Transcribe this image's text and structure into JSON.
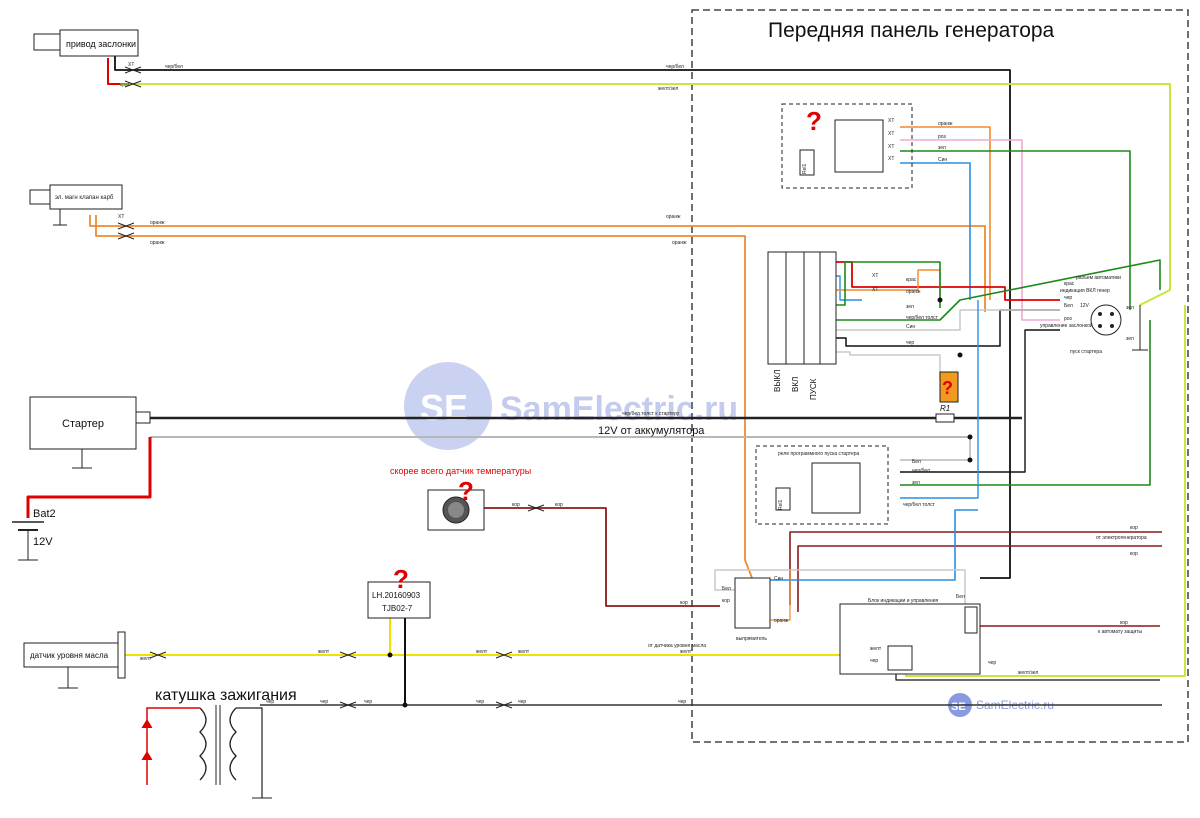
{
  "title": "Передняя панель генератора",
  "components": {
    "choke_drive": "привод заслонки",
    "carb_valve": "эл. магн клапан карб",
    "starter": "Стартер",
    "battery_name": "Bat2",
    "battery_voltage": "12V",
    "oil_sensor": "датчик уровня масла",
    "ignition_coil": "катушка зажигания",
    "module_line1": "LH.20160903",
    "module_line2": "TJB02-7",
    "temp_sensor_note": "скорее всего датчик температуры",
    "rectifier": "выпрямитель",
    "display_block": "Блок индикации и управления",
    "starter_relay": "реле программного пуска стартера",
    "rel1_a": "Rel1",
    "rel1_b": "Rel1",
    "resistor": "R1",
    "switch_off": "ВЫКЛ",
    "switch_on": "ВКЛ",
    "switch_start": "ПУСК",
    "auto_connector": "разъем автоматики",
    "start_button": "пуск стартера",
    "question": "?"
  },
  "wire_labels": {
    "black_white": "чер/бел",
    "red": "крас",
    "yellow_green": "желт/зел",
    "orange": "оранж",
    "pink": "роз",
    "green": "зел",
    "blue": "Син",
    "white": "Бел",
    "black": "чер",
    "brown": "кор",
    "yellow": "желт",
    "blk_wht_thick": "чер/бел толст",
    "starter_line": "чер/бел толст к стартеру",
    "battery_line": "12V от аккумулятора",
    "from_generator": "от электрогенератора",
    "to_protection": "к автомату защиты",
    "from_oil_sensor": "от датчика уровня масла",
    "gen_on_indicator": "индикация ВКЛ генер",
    "choke_control": "управление заслонкой",
    "v12": "12V",
    "connector": "XT"
  },
  "watermark": {
    "logo": "SE",
    "text": "SamElectric.ru",
    "footer_text": "SamElectric.ru"
  },
  "colors": {
    "red": "#e00000",
    "yellow_green": "#c8e63c",
    "orange": "#f08a30",
    "pink": "#f0a8d0",
    "green": "#1a8a1a",
    "blue": "#2a8ee0",
    "brown": "#8b1a1a",
    "black": "#111111",
    "gray": "#b8b8b8",
    "yellow": "#f2e000"
  }
}
